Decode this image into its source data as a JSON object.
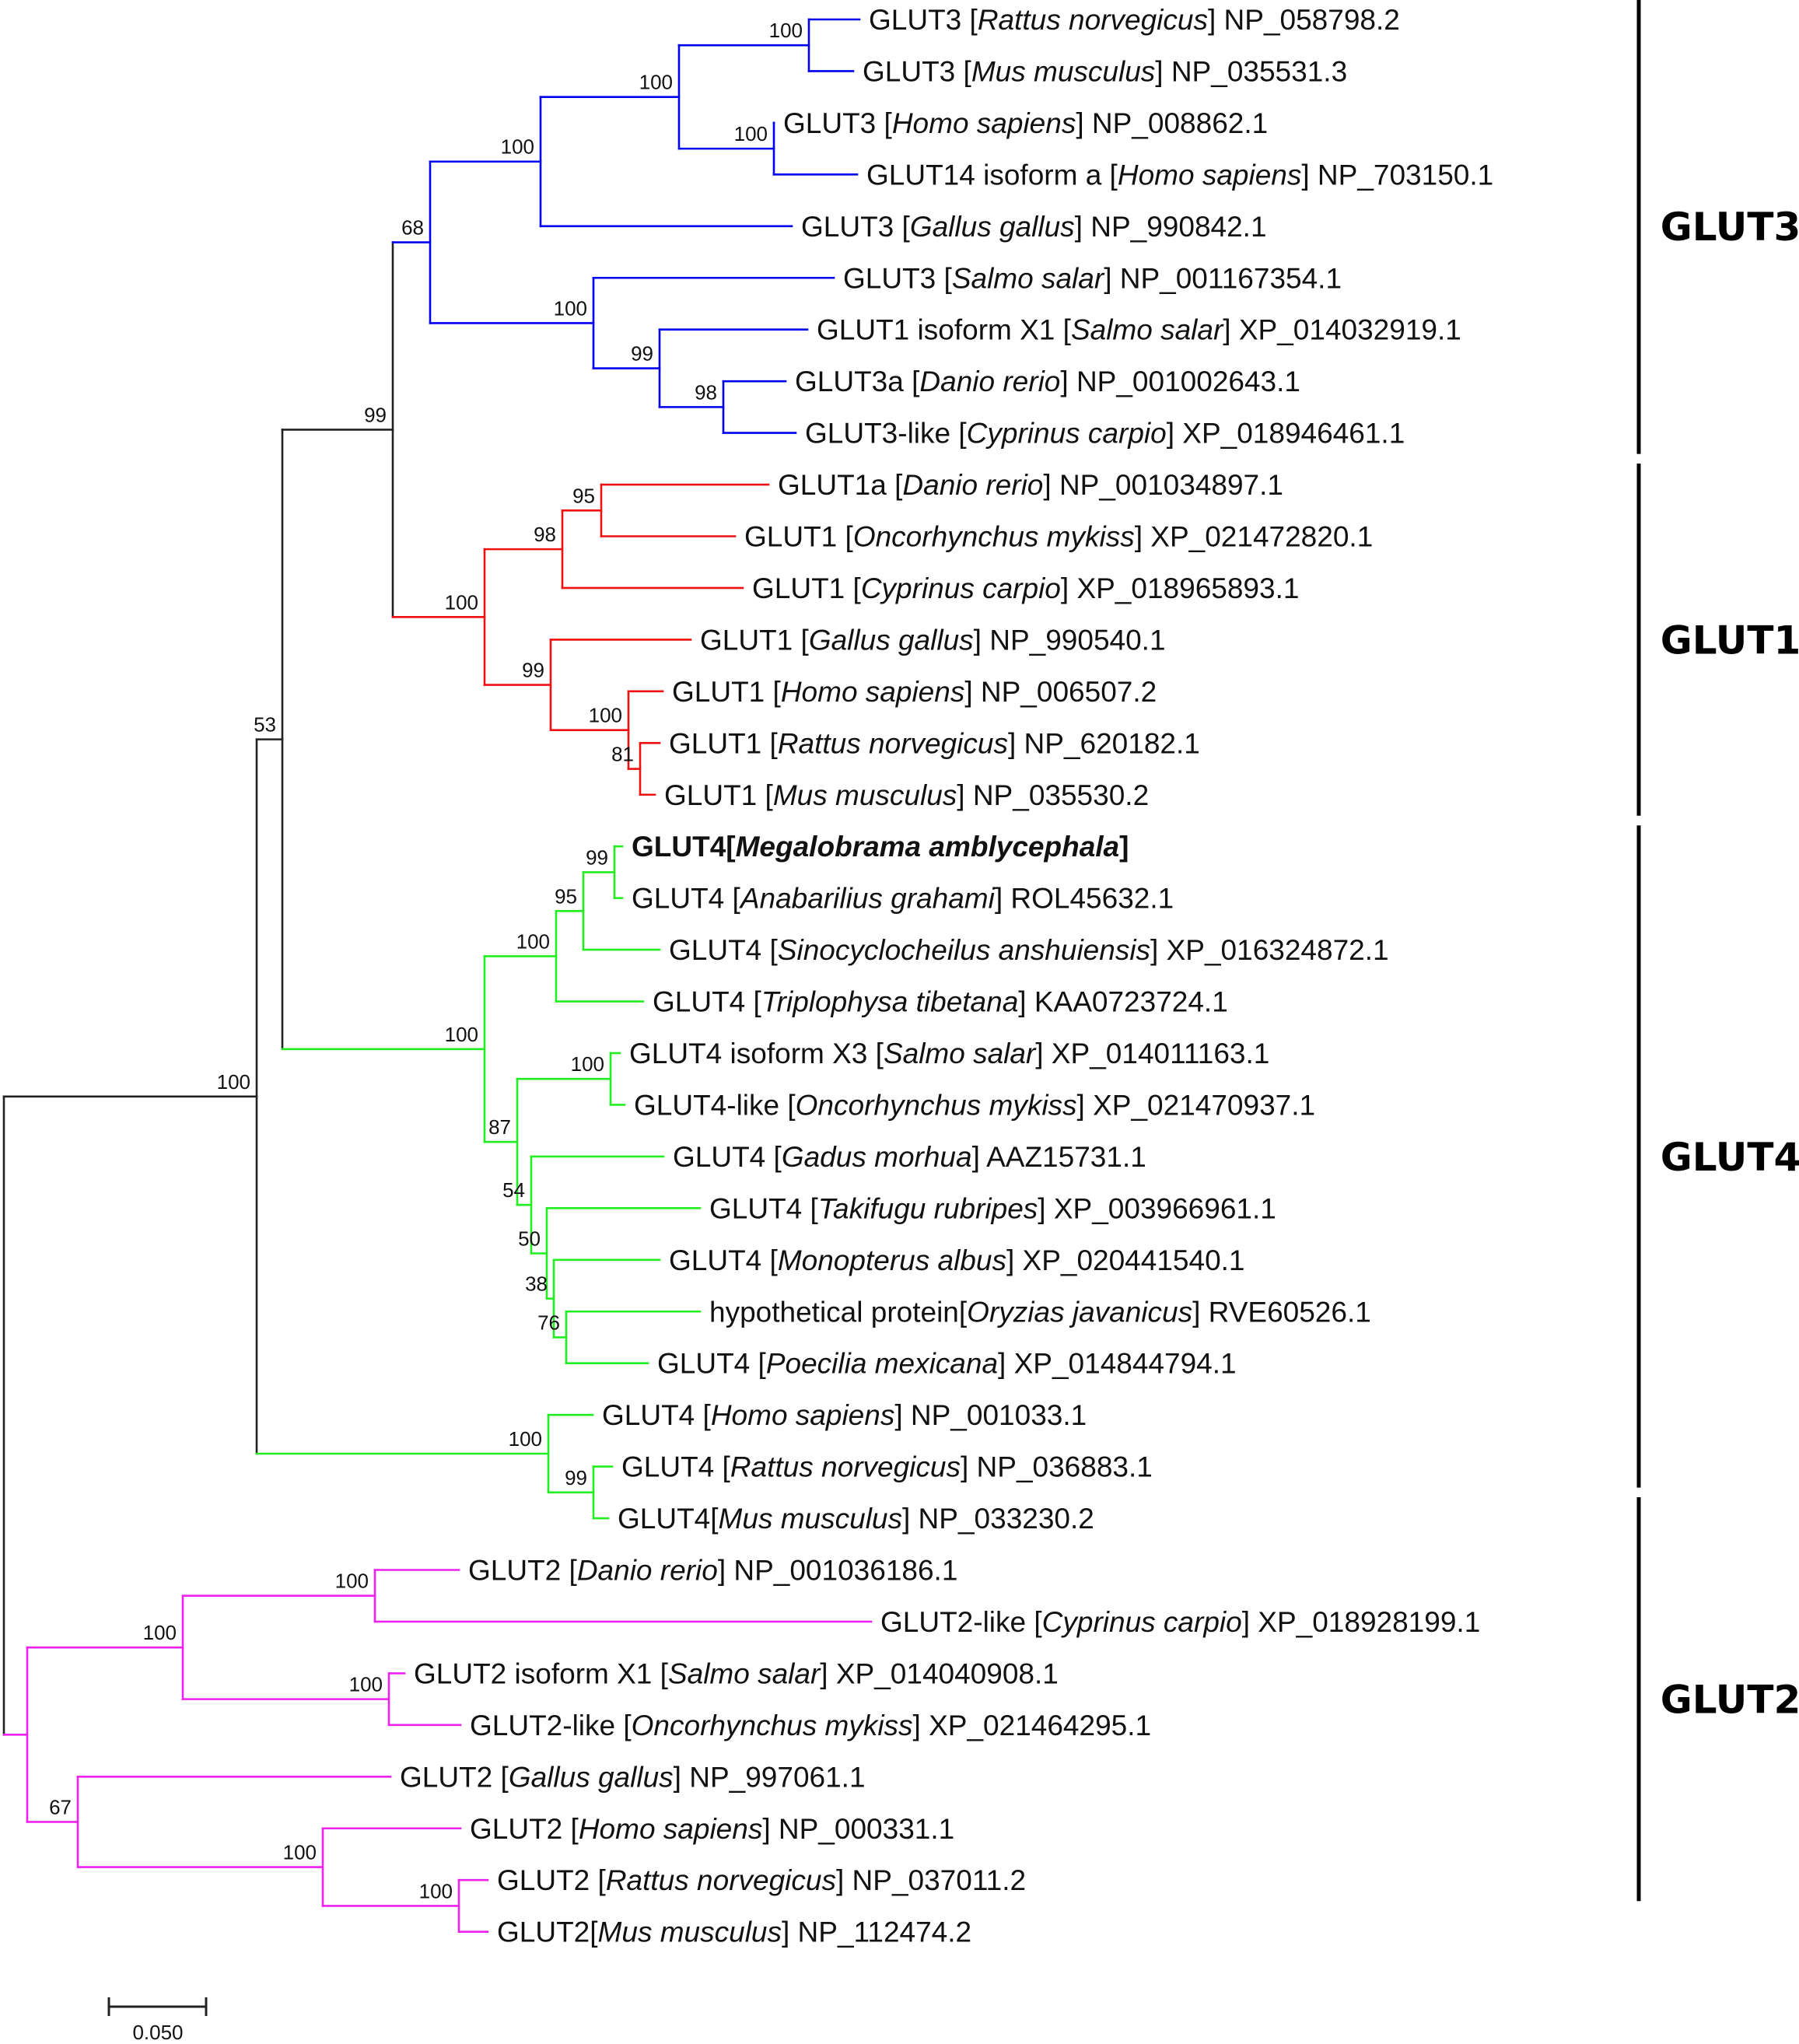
{
  "colors": {
    "GLUT3": "#0000ee",
    "GLUT1": "#ee1111",
    "GLUT4": "#22ee22",
    "GLUT2": "#ee22ee",
    "backbone": "#222222",
    "highlight": "#e0103a"
  },
  "scale_bar": {
    "label": "0.050"
  },
  "clades": [
    {
      "id": "GLUT3",
      "label": "GLUT3",
      "from": 0,
      "to": 8
    },
    {
      "id": "GLUT1",
      "label": "GLUT1",
      "from": 9,
      "to": 15
    },
    {
      "id": "GLUT4",
      "label": "GLUT4",
      "from": 16,
      "to": 28
    },
    {
      "id": "GLUT2",
      "label": "GLUT2",
      "from": 29,
      "to": 36
    }
  ],
  "leaves": [
    {
      "prefix": "GLUT3 [",
      "species": "Rattus norvegicus",
      "suffix": "] NP_058798.2",
      "group": "GLUT3"
    },
    {
      "prefix": "GLUT3 [",
      "species": "Mus musculus",
      "suffix": "] NP_035531.3",
      "group": "GLUT3"
    },
    {
      "prefix": "GLUT3 [",
      "species": "Homo sapiens",
      "suffix": "] NP_008862.1",
      "group": "GLUT3"
    },
    {
      "prefix": "GLUT14 isoform a [",
      "species": "Homo sapiens",
      "suffix": "] NP_703150.1",
      "group": "GLUT3"
    },
    {
      "prefix": "GLUT3 [",
      "species": "Gallus gallus",
      "suffix": "] NP_990842.1",
      "group": "GLUT3"
    },
    {
      "prefix": "GLUT3 [",
      "species": "Salmo salar",
      "suffix": "] NP_001167354.1",
      "group": "GLUT3"
    },
    {
      "prefix": "GLUT1 isoform X1 [",
      "species": "Salmo salar",
      "suffix": "] XP_014032919.1",
      "group": "GLUT3"
    },
    {
      "prefix": "GLUT3a [",
      "species": "Danio rerio",
      "suffix": "] NP_001002643.1",
      "group": "GLUT3"
    },
    {
      "prefix": "GLUT3-like [",
      "species": "Cyprinus carpio",
      "suffix": "] XP_018946461.1",
      "group": "GLUT3"
    },
    {
      "prefix": "GLUT1a [",
      "species": "Danio rerio",
      "suffix": "] NP_001034897.1",
      "group": "GLUT1"
    },
    {
      "prefix": "GLUT1 [",
      "species": "Oncorhynchus mykiss",
      "suffix": "] XP_021472820.1",
      "group": "GLUT1"
    },
    {
      "prefix": "GLUT1 [",
      "species": "Cyprinus carpio",
      "suffix": "] XP_018965893.1",
      "group": "GLUT1"
    },
    {
      "prefix": "GLUT1 [",
      "species": "Gallus gallus",
      "suffix": "] NP_990540.1",
      "group": "GLUT1"
    },
    {
      "prefix": "GLUT1 [",
      "species": "Homo sapiens",
      "suffix": "] NP_006507.2",
      "group": "GLUT1"
    },
    {
      "prefix": "GLUT1 [",
      "species": "Rattus norvegicus",
      "suffix": "] NP_620182.1",
      "group": "GLUT1"
    },
    {
      "prefix": "GLUT1 [",
      "species": "Mus musculus",
      "suffix": "] NP_035530.2",
      "group": "GLUT1"
    },
    {
      "prefix": "GLUT4[",
      "species": "Megalobrama amblycephala",
      "suffix": "]",
      "group": "GLUT4",
      "highlight": true
    },
    {
      "prefix": "GLUT4 [",
      "species": "Anabarilius grahami",
      "suffix": "] ROL45632.1",
      "group": "GLUT4"
    },
    {
      "prefix": "GLUT4 [",
      "species": "Sinocyclocheilus anshuiensis",
      "suffix": "] XP_016324872.1",
      "group": "GLUT4"
    },
    {
      "prefix": "GLUT4 [",
      "species": "Triplophysa tibetana",
      "suffix": "] KAA0723724.1",
      "group": "GLUT4"
    },
    {
      "prefix": "GLUT4 isoform X3 [",
      "species": "Salmo salar",
      "suffix": "] XP_014011163.1",
      "group": "GLUT4"
    },
    {
      "prefix": "GLUT4-like [",
      "species": "Oncorhynchus mykiss",
      "suffix": "] XP_021470937.1",
      "group": "GLUT4"
    },
    {
      "prefix": "GLUT4 [",
      "species": "Gadus morhua",
      "suffix": "] AAZ15731.1",
      "group": "GLUT4"
    },
    {
      "prefix": "GLUT4 [",
      "species": "Takifugu rubripes",
      "suffix": "] XP_003966961.1",
      "group": "GLUT4"
    },
    {
      "prefix": "GLUT4 [",
      "species": "Monopterus albus",
      "suffix": "] XP_020441540.1",
      "group": "GLUT4"
    },
    {
      "prefix": "hypothetical protein[",
      "species": "Oryzias javanicus",
      "suffix": "] RVE60526.1",
      "group": "GLUT4"
    },
    {
      "prefix": "GLUT4 [",
      "species": "Poecilia mexicana",
      "suffix": "] XP_014844794.1",
      "group": "GLUT4"
    },
    {
      "prefix": "GLUT4 [",
      "species": "Homo sapiens",
      "suffix": "] NP_001033.1",
      "group": "GLUT4"
    },
    {
      "prefix": "GLUT4 [",
      "species": "Rattus norvegicus",
      "suffix": "] NP_036883.1",
      "group": "GLUT4"
    },
    {
      "prefix": "GLUT4[",
      "species": "Mus musculus",
      "suffix": "] NP_033230.2",
      "group": "GLUT4"
    },
    {
      "prefix": "GLUT2 [",
      "species": "Danio rerio",
      "suffix": "] NP_001036186.1",
      "group": "GLUT2"
    },
    {
      "prefix": "GLUT2-like [",
      "species": "Cyprinus carpio",
      "suffix": "] XP_018928199.1",
      "group": "GLUT2"
    },
    {
      "prefix": "GLUT2 isoform X1 [",
      "species": "Salmo salar",
      "suffix": "] XP_014040908.1",
      "group": "GLUT2"
    },
    {
      "prefix": "GLUT2-like [",
      "species": "Oncorhynchus mykiss",
      "suffix": "] XP_021464295.1",
      "group": "GLUT2"
    },
    {
      "prefix": "GLUT2 [",
      "species": "Gallus gallus",
      "suffix": "] NP_997061.1",
      "group": "GLUT2"
    },
    {
      "prefix": "GLUT2 [",
      "species": "Homo sapiens",
      "suffix": "] NP_000331.1",
      "group": "GLUT2"
    },
    {
      "prefix": "GLUT2 [",
      "species": "Rattus norvegicus",
      "suffix": "] NP_037011.2",
      "group": "GLUT2"
    },
    {
      "prefix": "GLUT2[",
      "species": "Mus musculus",
      "suffix": "] NP_112474.2",
      "group": "GLUT2"
    }
  ],
  "bootstrap": [
    "100",
    "100",
    "100",
    "100",
    "68",
    "100",
    "99",
    "98",
    "99",
    "95",
    "98",
    "100",
    "99",
    "100",
    "81",
    "53",
    "99",
    "95",
    "100",
    "100",
    "100",
    "87",
    "54",
    "50",
    "38",
    "76",
    "100",
    "99",
    "100",
    "100",
    "100",
    "100",
    "67",
    "100",
    "100"
  ]
}
